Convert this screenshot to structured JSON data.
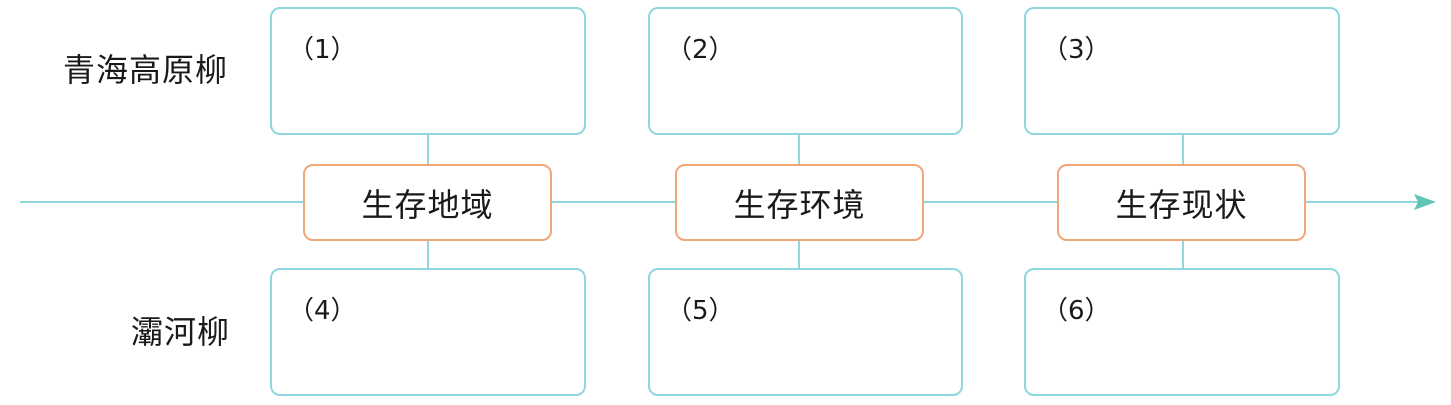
{
  "rows": {
    "top_label": "青海高原柳",
    "bottom_label": "灞河柳"
  },
  "categories": [
    {
      "label": "生存地域"
    },
    {
      "label": "生存环境"
    },
    {
      "label": "生存现状"
    }
  ],
  "answer_boxes": [
    {
      "number": "（1）"
    },
    {
      "number": "（2）"
    },
    {
      "number": "（3）"
    },
    {
      "number": "（4）"
    },
    {
      "number": "（5）"
    },
    {
      "number": "（6）"
    }
  ],
  "colors": {
    "timeline": "#8fd7de",
    "answer_border": "#8fd7de",
    "category_border": "#f0a679",
    "arrow": "#5fc6b6"
  }
}
